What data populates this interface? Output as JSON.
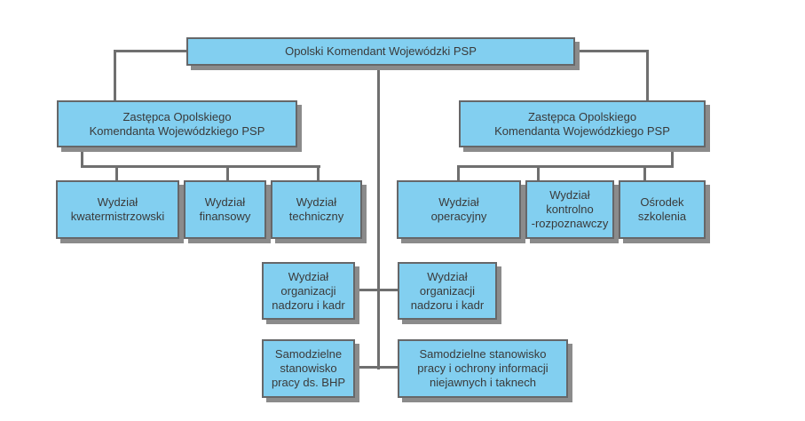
{
  "org_chart": {
    "nodes": {
      "root": {
        "label": "Opolski Komendant Wojewódzki PSP"
      },
      "deputy_left": {
        "label": "Zastępca Opolskiego\nKomendanta Wojewódzkiego PSP"
      },
      "deputy_right": {
        "label": "Zastępca Opolskiego\nKomendanta Wojewódzkiego PSP"
      },
      "dept_quartermaster": {
        "label": "Wydział\nkwatermistrzowski"
      },
      "dept_finance": {
        "label": "Wydział\nfinansowy"
      },
      "dept_technical": {
        "label": "Wydział\ntechniczny"
      },
      "dept_operations": {
        "label": "Wydział\noperacyjny"
      },
      "dept_control": {
        "label": "Wydział\nkontrolno\n-rozpoznawczy"
      },
      "training_center": {
        "label": "Ośrodek\nszkolenia"
      },
      "dept_org_left": {
        "label": "Wydział\norganizacji\nnadzoru i kadr"
      },
      "dept_org_right": {
        "label": "Wydział\norganizacji\nnadzoru i kadr"
      },
      "bhp": {
        "label": "Samodzielne\nstanowisko\npracy ds. BHP"
      },
      "classified_info": {
        "label": "Samodzielne stanowisko\npracy i ochrony informacji\nniejawnych i taknech"
      }
    },
    "structure": {
      "root": [
        "deputy_left",
        "deputy_right",
        "dept_org_left",
        "dept_org_right",
        "bhp",
        "classified_info"
      ],
      "deputy_left": [
        "dept_quartermaster",
        "dept_finance",
        "dept_technical"
      ],
      "deputy_right": [
        "dept_operations",
        "dept_control",
        "training_center"
      ]
    },
    "colors": {
      "box_fill": "#82CFF0",
      "box_border": "#666769",
      "box_shadow": "#8B8B8B",
      "connector": "#6F6F6F",
      "text": "#3A3A3A",
      "background": "#FFFFFF"
    }
  }
}
